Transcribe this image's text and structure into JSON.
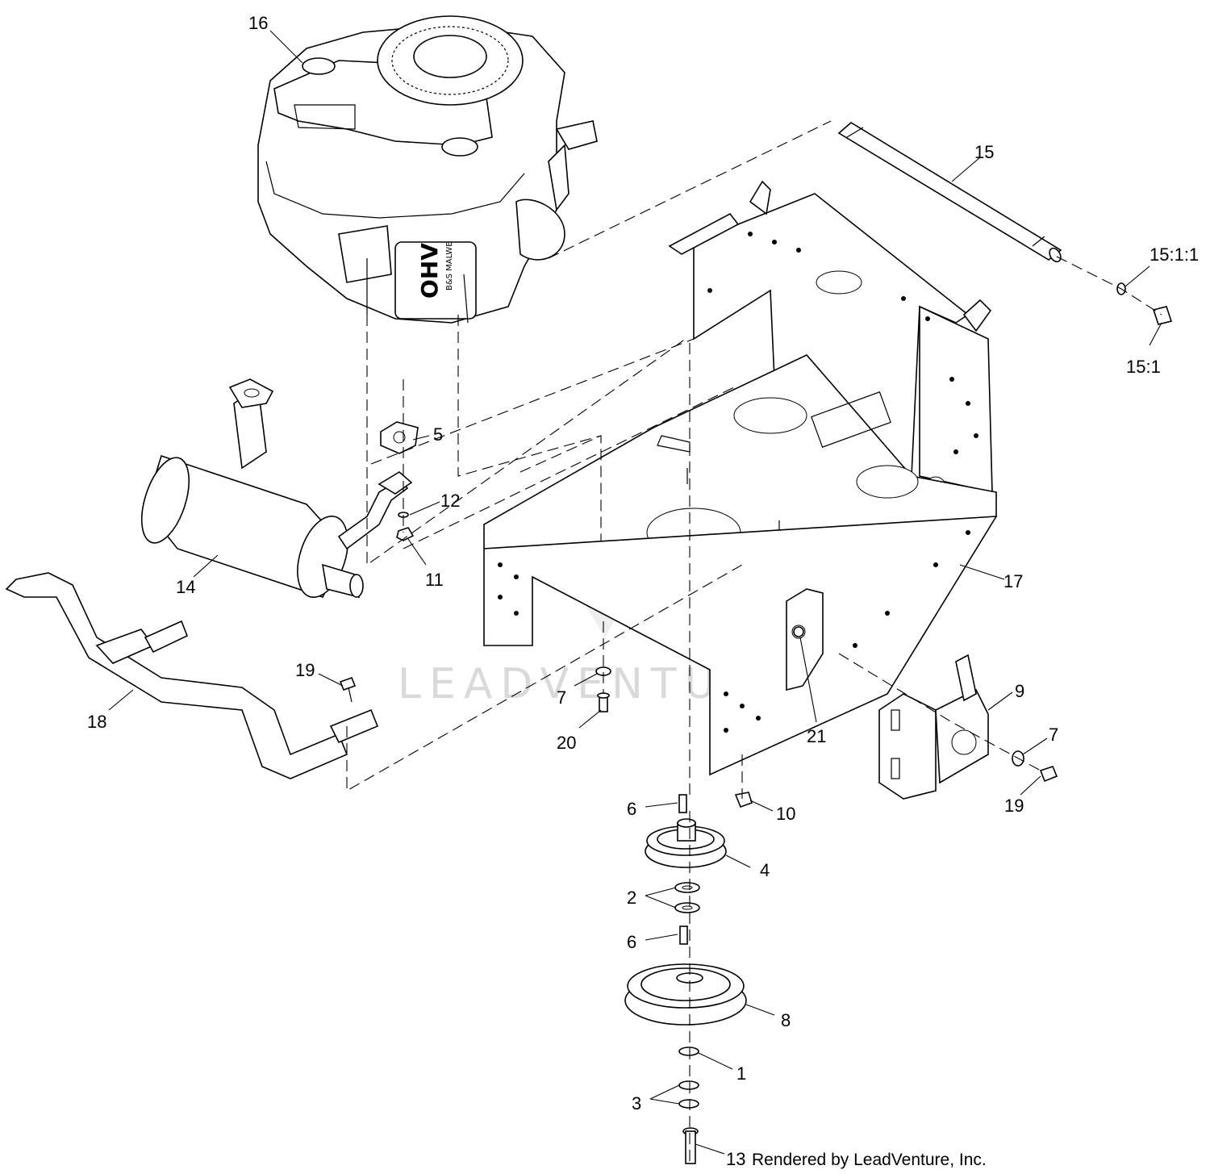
{
  "diagram": {
    "callouts": [
      {
        "id": "16",
        "label": "16"
      },
      {
        "id": "15",
        "label": "15"
      },
      {
        "id": "15-1-1",
        "label": "15:1:1"
      },
      {
        "id": "15-1",
        "label": "15:1"
      },
      {
        "id": "5",
        "label": "5"
      },
      {
        "id": "12",
        "label": "12"
      },
      {
        "id": "11",
        "label": "11"
      },
      {
        "id": "14",
        "label": "14"
      },
      {
        "id": "17",
        "label": "17"
      },
      {
        "id": "19a",
        "label": "19"
      },
      {
        "id": "18",
        "label": "18"
      },
      {
        "id": "7a",
        "label": "7"
      },
      {
        "id": "20",
        "label": "20"
      },
      {
        "id": "21",
        "label": "21"
      },
      {
        "id": "9",
        "label": "9"
      },
      {
        "id": "7b",
        "label": "7"
      },
      {
        "id": "19b",
        "label": "19"
      },
      {
        "id": "6a",
        "label": "6"
      },
      {
        "id": "10",
        "label": "10"
      },
      {
        "id": "4",
        "label": "4"
      },
      {
        "id": "2",
        "label": "2"
      },
      {
        "id": "6b",
        "label": "6"
      },
      {
        "id": "8",
        "label": "8"
      },
      {
        "id": "1",
        "label": "1"
      },
      {
        "id": "3",
        "label": "3"
      },
      {
        "id": "13",
        "label": "13"
      }
    ],
    "engine_text": "OHV",
    "engine_subtext": "B&S MALWE",
    "watermark": "LEADVENTURE",
    "footer": "Rendered by LeadVenture, Inc."
  },
  "colors": {
    "line": "#000000",
    "background": "#ffffff",
    "watermark": "#d9d9d9"
  }
}
